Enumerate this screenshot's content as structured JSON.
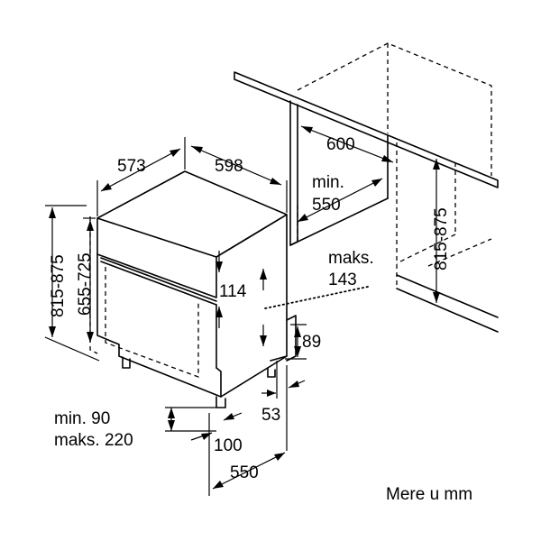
{
  "labels": {
    "width_598": "598",
    "depth_573": "573",
    "niche_600": "600",
    "niche_min": "min.",
    "niche_550": "550",
    "height_815_875_left": "815-875",
    "height_655_725": "655-725",
    "height_815_875_right": "815-875",
    "maks_label": "maks.",
    "maks_143": "143",
    "dim_114": "114",
    "dim_89": "89",
    "dim_53": "53",
    "min_90": "min. 90",
    "maks_220": "maks. 220",
    "dim_100": "100",
    "dim_550_bottom": "550",
    "units_note": "Mere u mm"
  }
}
